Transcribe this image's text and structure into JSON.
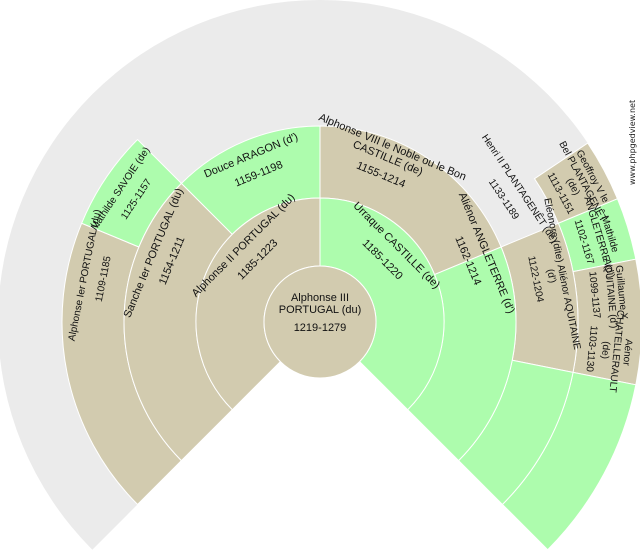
{
  "colors": {
    "male": "#d2cbaf",
    "female": "#adfcad",
    "empty": "#ebebeb",
    "stroke": "#ffffff",
    "text": "#111111"
  },
  "watermark": "www.phpgedview.net",
  "root": {
    "name_1": "Alphonse III",
    "name_2": "PORTUGAL (du)",
    "dates": "1219-1279"
  },
  "generation_1": [
    {
      "id": "father",
      "name": "Alphonse II PORTUGAL (du)",
      "dates": "1185-1223",
      "sex": "male"
    },
    {
      "id": "mother",
      "name": "Urraque CASTILLE (de)",
      "dates": "1185-1220",
      "sex": "female"
    }
  ],
  "generation_2": [
    {
      "id": "ff",
      "name": "Sanche Ier PORTUGAL (du)",
      "dates": "1154-1211",
      "sex": "male"
    },
    {
      "id": "fm",
      "name": "Douce ARAGON (d')",
      "dates": "1159-1198",
      "sex": "female"
    },
    {
      "id": "mf",
      "name_1": "Alphonse VIII le Noble ou le Bon",
      "name_2": "CASTILLE (de)",
      "dates": "1155-1214",
      "sex": "male"
    },
    {
      "id": "mm",
      "name": "Aliénor ANGLETERRE (d')",
      "dates": "1162-1214",
      "sex": "female"
    }
  ],
  "generation_3": [
    {
      "id": "fff",
      "name": "Alphonse Ier PORTUGAL (du)",
      "dates": "1109-1185",
      "sex": "male"
    },
    {
      "id": "ffm",
      "name": "Mathilde SAVOIE (de)",
      "dates": "1125-1157",
      "sex": "female"
    },
    {
      "id": "fmf",
      "name": "",
      "dates": "",
      "sex": "unknown"
    },
    {
      "id": "fmm",
      "name": "",
      "dates": "",
      "sex": "unknown"
    },
    {
      "id": "mff",
      "name": "",
      "dates": "",
      "sex": "unknown"
    },
    {
      "id": "mfm",
      "name": "",
      "dates": "",
      "sex": "unknown"
    },
    {
      "id": "mmf",
      "name": "Henri II PLANTAGENÊT (de)",
      "dates": "1133-1189",
      "sex": "male"
    },
    {
      "id": "mmm",
      "name_1": "Eléonore (dite) Aliénor AQUITAINE",
      "name_2": "(d')",
      "dates": "1122-1204",
      "sex": "female"
    }
  ],
  "generation_4": [
    {
      "id": "mmff",
      "name_1": "Geoffroy V le",
      "name_2": "Bel PLANTAGENÊT",
      "name_3": "(de)",
      "dates": "1113-1151",
      "sex": "male"
    },
    {
      "id": "mmfm",
      "name_1": "Mathilde",
      "name_2": "ANGLETERRE (d')",
      "dates": "1102-1167",
      "sex": "female"
    },
    {
      "id": "mmmf",
      "name_1": "Guillaume X",
      "name_2": "AQUITAINE (d')",
      "dates": "1099-1137",
      "sex": "male"
    },
    {
      "id": "mmmm",
      "name_1": "Aénor",
      "name_2": "CHATELLERAULT",
      "name_3": "(de)",
      "dates": "1103-1130",
      "sex": "female"
    }
  ]
}
